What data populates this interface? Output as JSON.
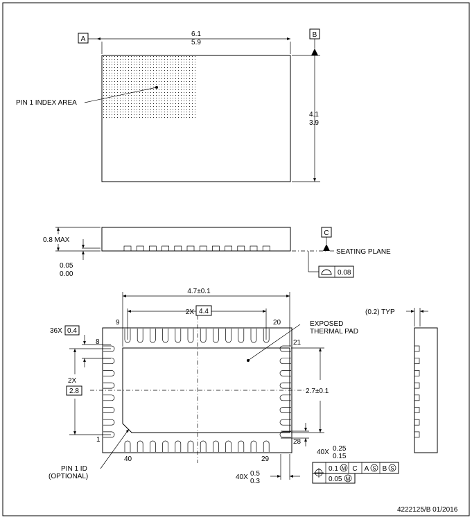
{
  "datums": {
    "a": "A",
    "b": "B",
    "c": "C"
  },
  "top_view": {
    "width_max": "6.1",
    "width_min": "5.9",
    "height_max": "4.1",
    "height_min": "3.9",
    "pin1_index_label": "PIN 1 INDEX AREA"
  },
  "side_view": {
    "height_max": "0.8 MAX",
    "standoff_max": "0.05",
    "standoff_min": "0.00",
    "seating_plane": "SEATING PLANE",
    "flatness_value": "0.08"
  },
  "bottom_view": {
    "pad_span": "4.7±0.1",
    "pitch_span_prefix": "2X",
    "pitch_span_value": "4.4",
    "pin_count_prefix": "36X",
    "pin_pitch": "0.4",
    "left_prefix": "2X",
    "left_value": "2.8",
    "pad_height": "2.7±0.1",
    "exposed_pad_label_1": "EXPOSED",
    "exposed_pad_label_2": "THERMAL PAD",
    "pin_labels": {
      "p9": "9",
      "p20": "20",
      "p8": "8",
      "p21": "21",
      "p1": "1",
      "p28": "28",
      "p40": "40",
      "p29": "29"
    },
    "pin1_id_label_1": "PIN 1 ID",
    "pin1_id_label_2": "(OPTIONAL)",
    "lead_len_prefix": "40X",
    "lead_len_max": "0.25",
    "lead_len_min": "0.15",
    "lead_w_prefix": "40X",
    "lead_w_max": "0.5",
    "lead_w_min": "0.3",
    "tol_1": "0.1",
    "tol_1_datums": [
      "C",
      "A",
      "B"
    ],
    "tol_2": "0.05",
    "material_symbol": "M",
    "regardless_symbol": "S"
  },
  "end_view": {
    "typ_label": "(0.2) TYP"
  },
  "doc_number": "4222125/B  01/2016"
}
